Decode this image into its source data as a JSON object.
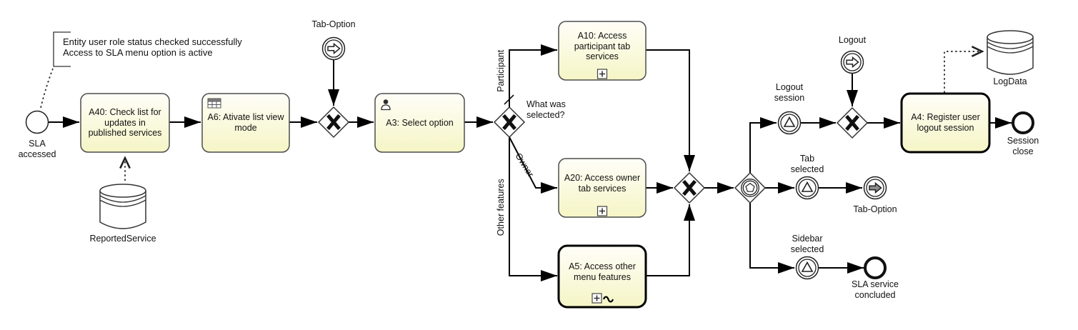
{
  "colors": {
    "task_fill_top": "#fffef8",
    "task_fill_bottom": "#f5f5c6",
    "task_border": "#4d4d4d",
    "line": "#000000"
  },
  "annotation": {
    "text": "Entity user role status checked successfully\nAccess to SLA menu option is active"
  },
  "tasks": {
    "a40": {
      "label": "A40: Check list for updates in published services"
    },
    "a6": {
      "label": "A6: Ativate list view mode"
    },
    "a3": {
      "label": "A3: Select option"
    },
    "a10": {
      "label": "A10: Access participant tab services"
    },
    "a20": {
      "label": "A20: Access owner tab services"
    },
    "a5": {
      "label": "A5: Access other menu features"
    },
    "a4": {
      "label": "A4: Register user logout session"
    }
  },
  "events": {
    "start": {
      "label": "SLA accessed"
    },
    "tab_option_catch": {
      "label": "Tab-Option"
    },
    "logout_session": {
      "label": "Logout session"
    },
    "logout": {
      "label": "Logout"
    },
    "tab_selected": {
      "label": "Tab selected"
    },
    "tab_option_throw": {
      "label": "Tab-Option"
    },
    "sidebar_selected": {
      "label": "Sidebar selected"
    },
    "session_close": {
      "label": "Session close"
    },
    "sla_concluded": {
      "label": "SLA service concluded"
    }
  },
  "gateways": {
    "question": "What was selected?"
  },
  "branches": {
    "participant": "Participant",
    "owner": "Owner",
    "other_features": "Other features"
  },
  "datastores": {
    "reported_service": "ReportedService",
    "log_data": "LogData"
  }
}
